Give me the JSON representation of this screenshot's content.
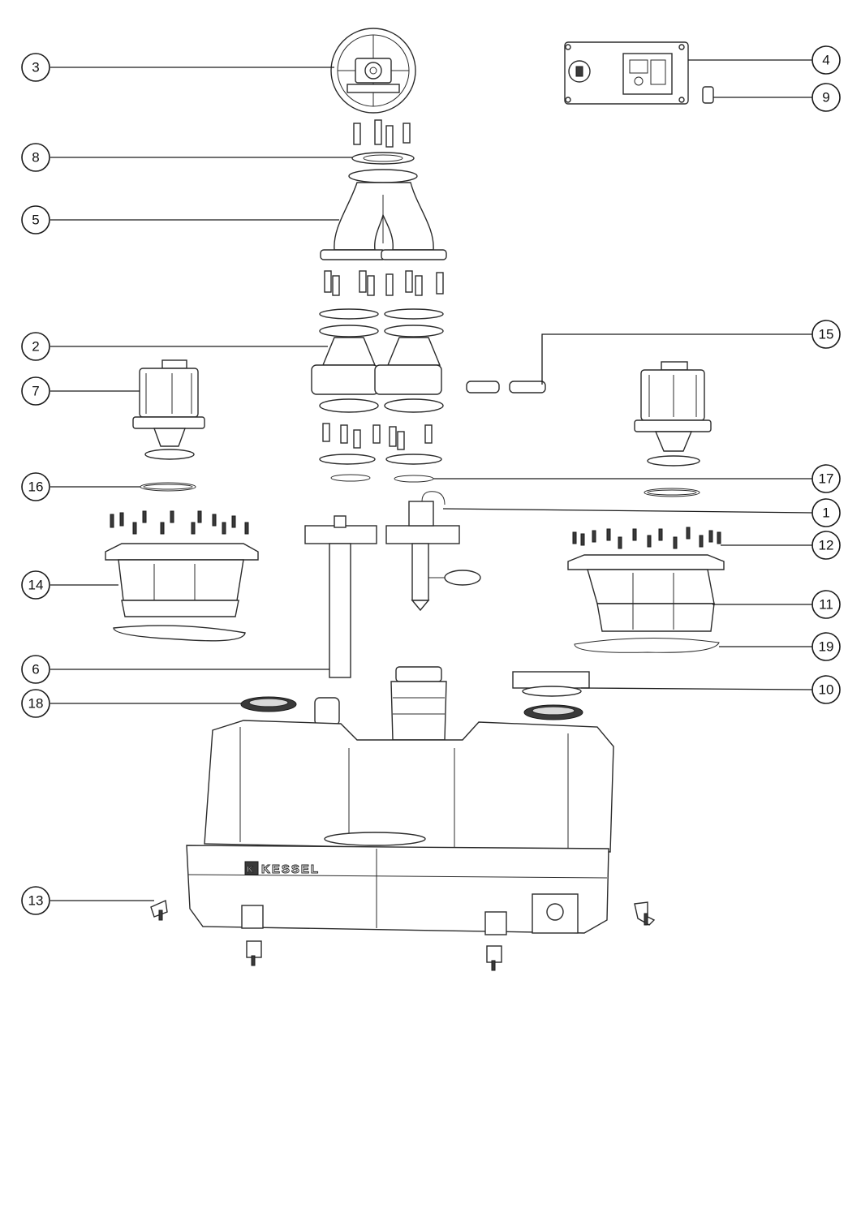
{
  "brand": {
    "logo_text": "KESSEL",
    "logo_mark": "K"
  },
  "callouts": [
    {
      "id": "3",
      "label": "3"
    },
    {
      "id": "4",
      "label": "4"
    },
    {
      "id": "9",
      "label": "9"
    },
    {
      "id": "8",
      "label": "8"
    },
    {
      "id": "5",
      "label": "5"
    },
    {
      "id": "15",
      "label": "15"
    },
    {
      "id": "2",
      "label": "2"
    },
    {
      "id": "7",
      "label": "7"
    },
    {
      "id": "16",
      "label": "16"
    },
    {
      "id": "17",
      "label": "17"
    },
    {
      "id": "1",
      "label": "1"
    },
    {
      "id": "12",
      "label": "12"
    },
    {
      "id": "14",
      "label": "14"
    },
    {
      "id": "11",
      "label": "11"
    },
    {
      "id": "19",
      "label": "19"
    },
    {
      "id": "6",
      "label": "6"
    },
    {
      "id": "10",
      "label": "10"
    },
    {
      "id": "18",
      "label": "18"
    },
    {
      "id": "13",
      "label": "13"
    }
  ]
}
